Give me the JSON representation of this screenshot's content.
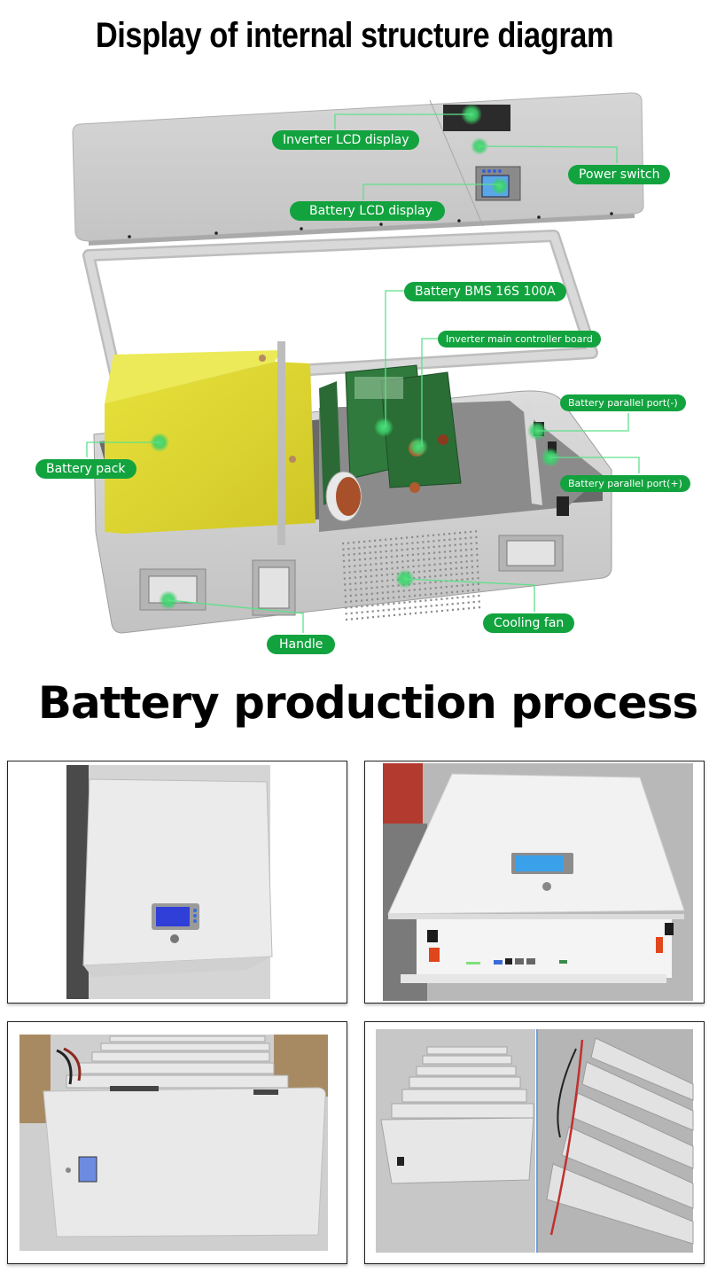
{
  "section1": {
    "title": "Display of internal structure diagram",
    "callouts": [
      {
        "id": "inverter-lcd",
        "label": "Inverter LCD display"
      },
      {
        "id": "power-switch",
        "label": "Power switch"
      },
      {
        "id": "battery-lcd",
        "label": "Battery LCD display"
      },
      {
        "id": "battery-bms",
        "label": "Battery BMS 16S 100A"
      },
      {
        "id": "inverter-board",
        "label": "Inverter main controller board"
      },
      {
        "id": "parallel-neg",
        "label": "Battery parallel port(-)"
      },
      {
        "id": "parallel-pos",
        "label": "Battery parallel port(+)"
      },
      {
        "id": "battery-pack",
        "label": "Battery pack"
      },
      {
        "id": "cooling-fan",
        "label": "Cooling fan"
      },
      {
        "id": "handle",
        "label": "Handle"
      }
    ],
    "colors": {
      "callout_green": "#12a33f",
      "leader_line": "#5fe08a",
      "casing_gray": "#c9c9c9",
      "battery_yellow": "#e6e030",
      "pcb_green": "#2e7d3a"
    }
  },
  "section2": {
    "title": "Battery production process",
    "photos": [
      {
        "id": "photo-1",
        "description": "White battery unit, top view with blue LCD display"
      },
      {
        "id": "photo-2",
        "description": "White battery unit with LCD, front ports and orange terminals"
      },
      {
        "id": "photo-3",
        "description": "Row of white battery units with cables, side LCD"
      },
      {
        "id": "photo-4",
        "description": "Multiple battery units lined up with cables"
      }
    ]
  }
}
